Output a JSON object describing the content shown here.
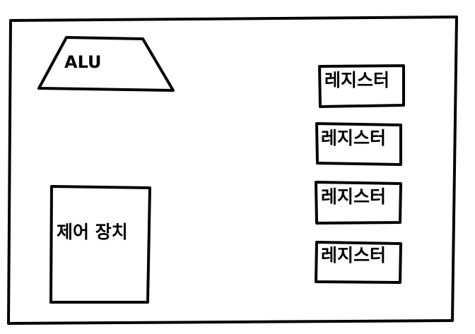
{
  "diagram": {
    "alu": {
      "label": "ALU"
    },
    "control_unit": {
      "label": "제어 장치"
    },
    "registers": [
      {
        "label": "레지스터"
      },
      {
        "label": "레지스터"
      },
      {
        "label": "레지스터"
      },
      {
        "label": "레지스터"
      }
    ]
  },
  "colors": {
    "stroke": "#000000",
    "background": "#ffffff"
  }
}
